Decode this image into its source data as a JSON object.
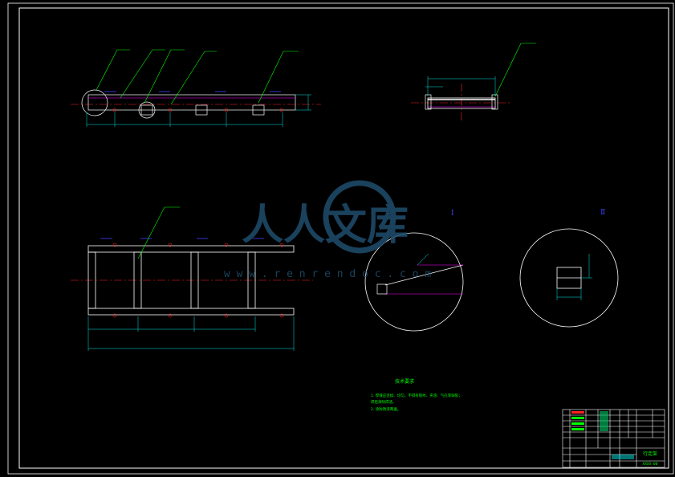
{
  "watermark": {
    "brand_text": "人人文库",
    "url_text": "w w w . r e n r e n d o c . c o m"
  },
  "views": {
    "detail_marker_left": "Ⅰ",
    "detail_marker_right": "Ⅱ"
  },
  "notes": {
    "title": "技术要求",
    "lines": [
      "1. 焊缝应连续、均匀，不得有裂纹、夹渣、气孔等缺陷；",
      "   焊后清除焊渣。",
      "2. 涂防锈漆两遍。"
    ]
  },
  "title_block": {
    "drawing_name": "行走架",
    "drawing_code": "XXXX-00"
  },
  "colors": {
    "frame": "#ffffff",
    "dimension": "#00e5e5",
    "leader": "#00ff00",
    "centerline": "#ff2020",
    "hidden": "#ff00ff",
    "annotation": "#4040ff",
    "notes": "#00ff00",
    "watermark": "#1f4e6e"
  }
}
